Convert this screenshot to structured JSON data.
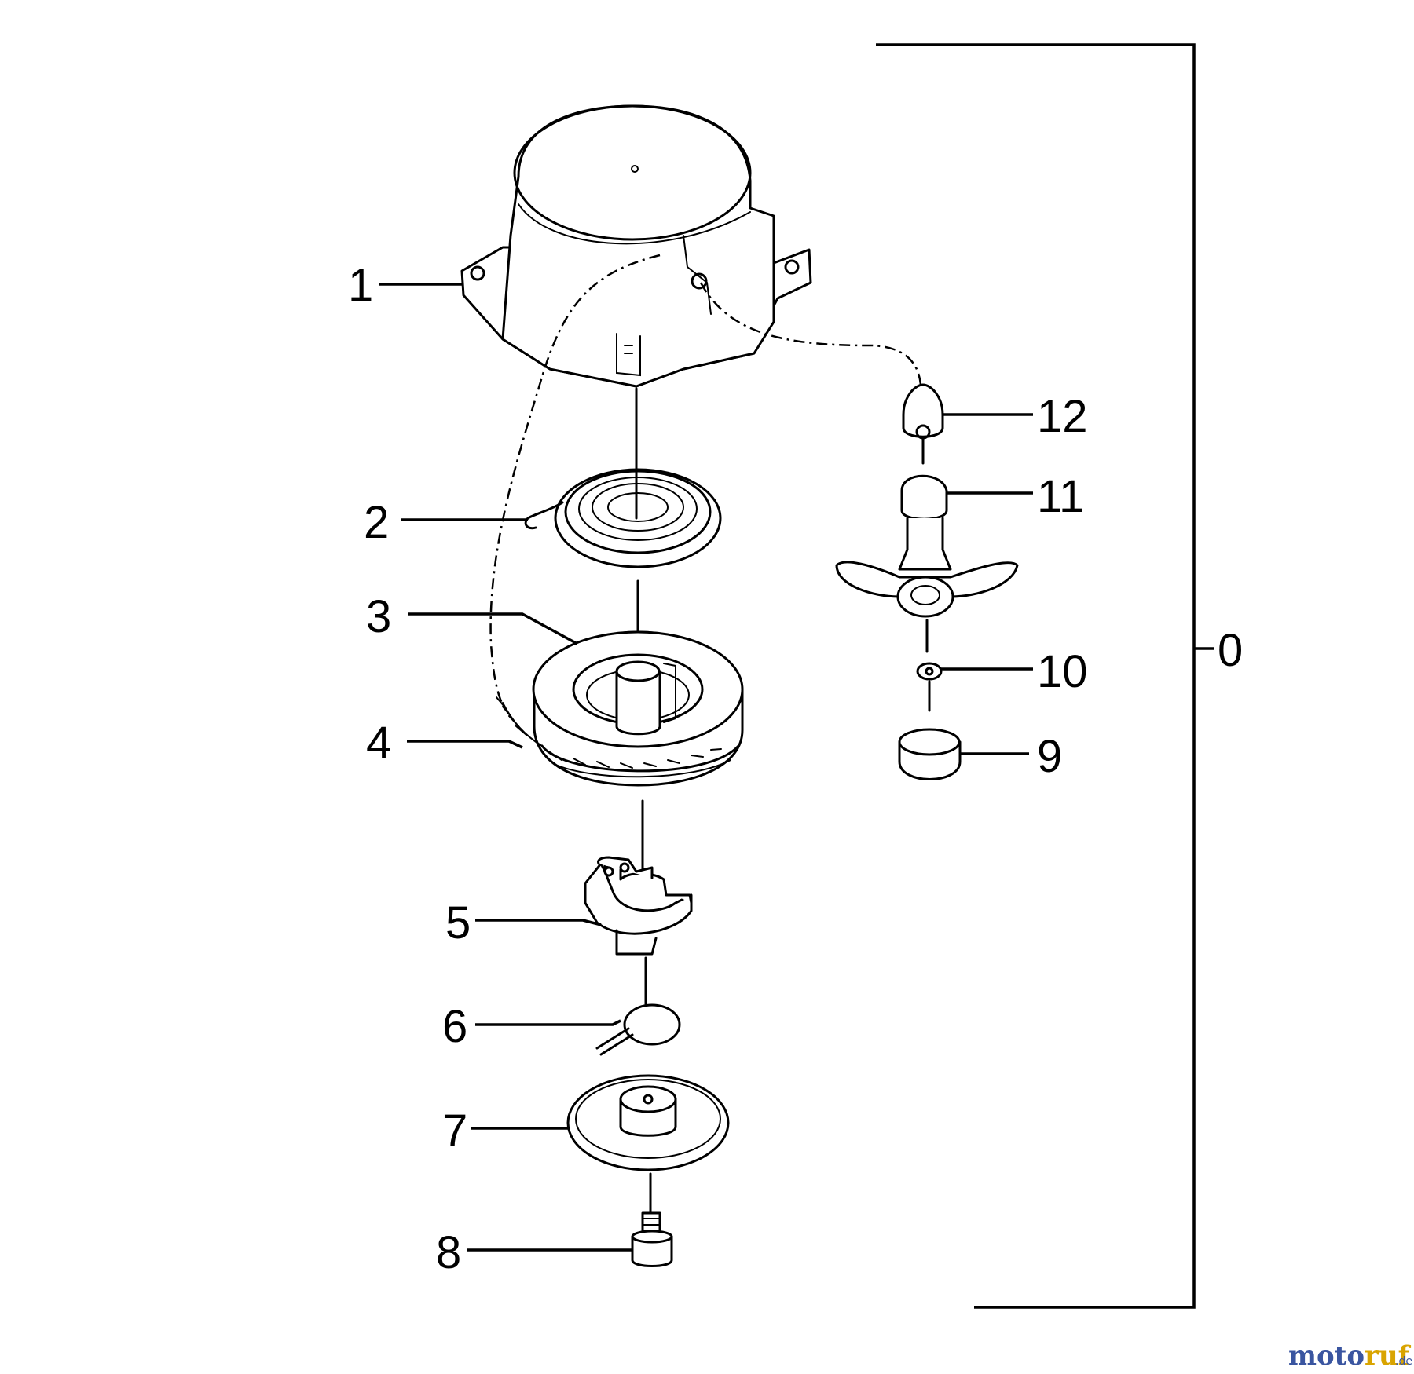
{
  "callouts": [
    {
      "id": "1",
      "label": "1"
    },
    {
      "id": "2",
      "label": "2"
    },
    {
      "id": "3",
      "label": "3"
    },
    {
      "id": "4",
      "label": "4"
    },
    {
      "id": "5",
      "label": "5"
    },
    {
      "id": "6",
      "label": "6"
    },
    {
      "id": "7",
      "label": "7"
    },
    {
      "id": "8",
      "label": "8"
    },
    {
      "id": "9",
      "label": "9"
    },
    {
      "id": "10",
      "label": "10"
    },
    {
      "id": "11",
      "label": "11"
    },
    {
      "id": "12",
      "label": "12"
    },
    {
      "id": "0",
      "label": "0"
    }
  ],
  "watermark": {
    "text_a": "moto",
    "text_b": "ruf",
    "suffix": ".de",
    "color_a": "#3a55a0",
    "color_b": "#d9a400"
  }
}
